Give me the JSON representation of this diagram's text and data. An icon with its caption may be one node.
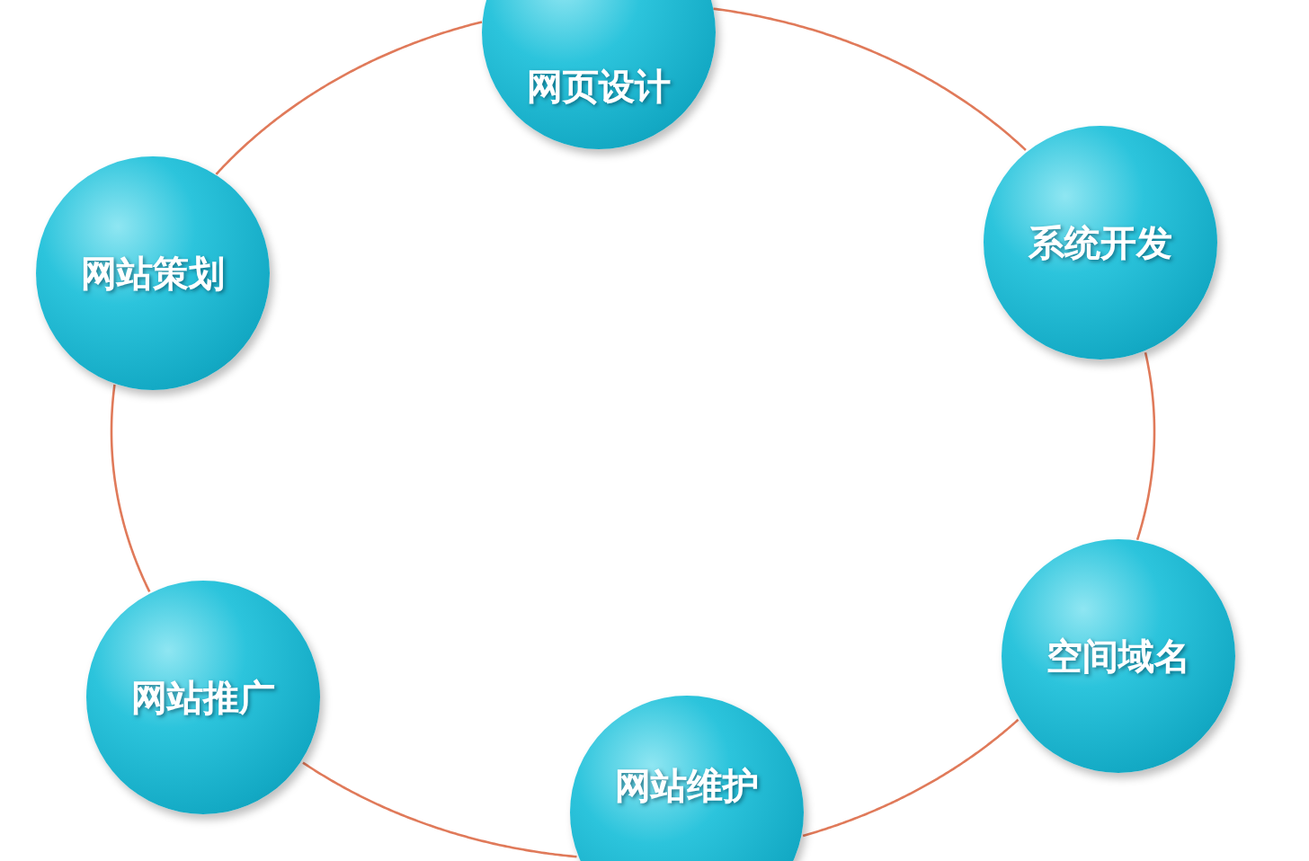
{
  "diagram": {
    "nodes": [
      {
        "text": [
          "网页设计"
        ]
      },
      {
        "text": [
          "系统开发"
        ]
      },
      {
        "text": [
          "空间域名"
        ]
      },
      {
        "text": [
          "网站维护"
        ]
      },
      {
        "text": [
          "网站推广"
        ]
      },
      {
        "text": [
          "网站策划"
        ]
      }
    ],
    "edges": [
      {
        "from": 0,
        "to": 1,
        "arrow": "none"
      },
      {
        "from": 1,
        "to": 2,
        "arrow": "none"
      },
      {
        "from": 2,
        "to": 3,
        "arrow": "none"
      },
      {
        "from": 3,
        "to": 4,
        "arrow": "none"
      },
      {
        "from": 4,
        "to": 5,
        "arrow": "none"
      },
      {
        "from": 5,
        "to": 0,
        "arrow": "none"
      }
    ]
  }
}
